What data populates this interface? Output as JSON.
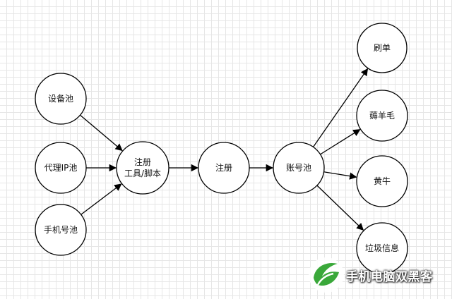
{
  "diagram": {
    "nodes": [
      {
        "id": "device-pool",
        "lines": [
          "设备池"
        ]
      },
      {
        "id": "proxy-ip-pool",
        "lines": [
          "代理IP池"
        ]
      },
      {
        "id": "phone-number-pool",
        "lines": [
          "手机号池"
        ]
      },
      {
        "id": "register-tool",
        "lines": [
          "注册",
          "工具/脚本"
        ]
      },
      {
        "id": "register",
        "lines": [
          "注册"
        ]
      },
      {
        "id": "account-pool",
        "lines": [
          "账号池"
        ]
      },
      {
        "id": "brush-orders",
        "lines": [
          "刷单"
        ]
      },
      {
        "id": "coupon-hunting",
        "lines": [
          "薅羊毛"
        ]
      },
      {
        "id": "scalper",
        "lines": [
          "黄牛"
        ]
      },
      {
        "id": "spam",
        "lines": [
          "垃圾信息"
        ]
      }
    ],
    "edges": [
      {
        "from": "device-pool",
        "to": "register-tool"
      },
      {
        "from": "proxy-ip-pool",
        "to": "register-tool"
      },
      {
        "from": "phone-number-pool",
        "to": "register-tool"
      },
      {
        "from": "register-tool",
        "to": "register"
      },
      {
        "from": "register",
        "to": "account-pool"
      },
      {
        "from": "account-pool",
        "to": "brush-orders"
      },
      {
        "from": "account-pool",
        "to": "coupon-hunting"
      },
      {
        "from": "account-pool",
        "to": "scalper"
      },
      {
        "from": "account-pool",
        "to": "spam"
      }
    ]
  },
  "watermark": {
    "text": "手机电脑双黑客",
    "logo_icon": "leaf-circle-icon",
    "logo_color": "#3aa83a"
  }
}
